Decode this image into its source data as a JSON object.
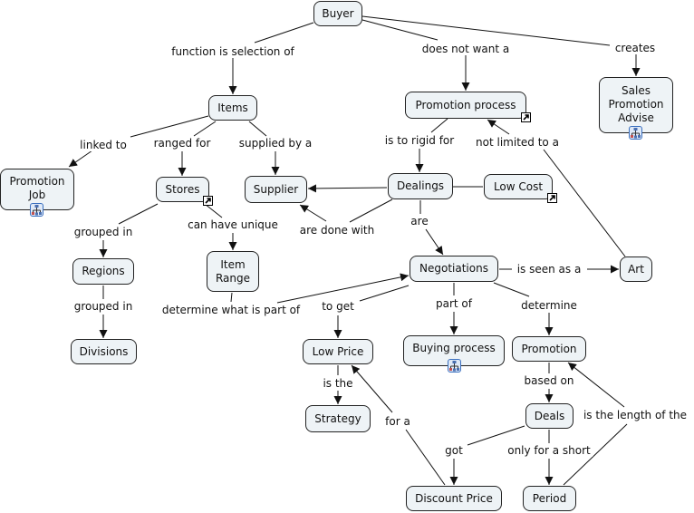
{
  "colors": {
    "node_fill": "#eef3f6",
    "node_border": "#222222",
    "line": "#111111",
    "background": "#ffffff",
    "submap_icon_border": "#3a6fbf"
  },
  "nodes": [
    {
      "id": "buyer",
      "label": "Buyer"
    },
    {
      "id": "items",
      "label": "Items"
    },
    {
      "id": "promotion_job",
      "label": "Promotion\nJob",
      "icon": "submap-icon"
    },
    {
      "id": "stores",
      "label": "Stores",
      "icon": "shortcut-arrow-icon"
    },
    {
      "id": "supplier",
      "label": "Supplier"
    },
    {
      "id": "regions",
      "label": "Regions"
    },
    {
      "id": "divisions",
      "label": "Divisions"
    },
    {
      "id": "item_range",
      "label": "Item\nRange"
    },
    {
      "id": "promotion_process",
      "label": "Promotion process",
      "icon": "shortcut-arrow-icon"
    },
    {
      "id": "sales_promotion_advise",
      "label": "Sales\nPromotion\nAdvise",
      "icon": "submap-icon"
    },
    {
      "id": "dealings",
      "label": "Dealings"
    },
    {
      "id": "low_cost",
      "label": "Low Cost",
      "icon": "shortcut-arrow-icon"
    },
    {
      "id": "negotiations",
      "label": "Negotiations"
    },
    {
      "id": "art",
      "label": "Art"
    },
    {
      "id": "low_price",
      "label": "Low Price"
    },
    {
      "id": "buying_process",
      "label": "Buying process",
      "icon": "submap-icon"
    },
    {
      "id": "promotion",
      "label": "Promotion"
    },
    {
      "id": "strategy",
      "label": "Strategy"
    },
    {
      "id": "deals",
      "label": "Deals"
    },
    {
      "id": "discount_price",
      "label": "Discount Price"
    },
    {
      "id": "period",
      "label": "Period"
    }
  ],
  "links": [
    {
      "label": "function is selection of",
      "from": "buyer",
      "to": [
        "items"
      ]
    },
    {
      "label": "does not want a",
      "from": "buyer",
      "to": [
        "promotion_process"
      ]
    },
    {
      "label": "creates",
      "from": "buyer",
      "to": [
        "sales_promotion_advise"
      ]
    },
    {
      "label": "linked to",
      "from": "items",
      "to": [
        "promotion_job"
      ]
    },
    {
      "label": "ranged for",
      "from": "items",
      "to": [
        "stores"
      ]
    },
    {
      "label": "supplied by a",
      "from": "items",
      "to": [
        "supplier"
      ]
    },
    {
      "label": "grouped in",
      "from": "stores",
      "to": [
        "regions"
      ]
    },
    {
      "label": "can have unique",
      "from": "stores",
      "to": [
        "item_range"
      ]
    },
    {
      "label": "grouped in",
      "from": "regions",
      "to": [
        "divisions"
      ]
    },
    {
      "label": "determine what is part of",
      "from": "item_range",
      "to": [
        "negotiations"
      ]
    },
    {
      "label": "is to rigid for",
      "from": "promotion_process",
      "to": [
        "dealings"
      ]
    },
    {
      "label": "not limited to a",
      "from": "art",
      "to": [
        "promotion_process"
      ]
    },
    {
      "label": "are done with",
      "from": "dealings",
      "to": [
        "supplier"
      ]
    },
    {
      "label": "are",
      "from": "dealings",
      "to": [
        "negotiations"
      ]
    },
    {
      "label": "is seen as a",
      "from": "negotiations",
      "to": [
        "art"
      ]
    },
    {
      "label": "to get",
      "from": "negotiations",
      "to": [
        "low_price"
      ]
    },
    {
      "label": "part of",
      "from": "negotiations",
      "to": [
        "buying_process"
      ]
    },
    {
      "label": "determine",
      "from": "negotiations",
      "to": [
        "promotion"
      ]
    },
    {
      "label": "is the",
      "from": "low_price",
      "to": [
        "strategy"
      ]
    },
    {
      "label": "for a",
      "from": "discount_price",
      "to": [
        "low_price"
      ]
    },
    {
      "label": "based on",
      "from": "promotion",
      "to": [
        "deals"
      ]
    },
    {
      "label": "got",
      "from": "deals",
      "to": [
        "discount_price"
      ]
    },
    {
      "label": "only for a short",
      "from": "deals",
      "to": [
        "period"
      ]
    },
    {
      "label": "is the length of the",
      "from": "period",
      "to": [
        "promotion"
      ]
    }
  ],
  "plain_connections": [
    {
      "from": "dealings",
      "to": "low_cost"
    }
  ]
}
